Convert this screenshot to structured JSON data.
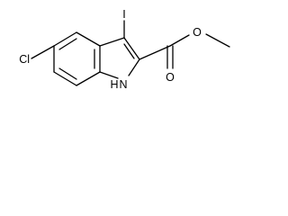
{
  "molecule": {
    "atoms": {
      "chlorine": "Cl",
      "iodine": "I",
      "nh": "N",
      "nh_h": "H",
      "ester_oxygen": "O",
      "carbonyl_oxygen": "O"
    }
  },
  "colors": {
    "bond": "#000000",
    "label": "#000000",
    "background": "#ffffff"
  }
}
